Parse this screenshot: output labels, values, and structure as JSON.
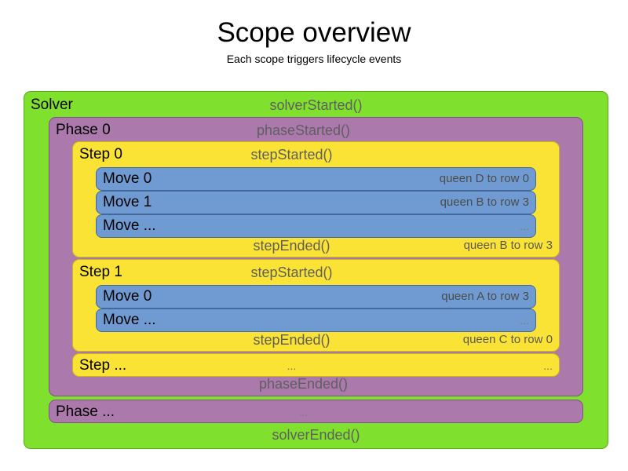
{
  "heading": {
    "title": "Scope overview",
    "subtitle": "Each scope triggers lifecycle events"
  },
  "colors": {
    "solver": "#80e02e",
    "phase": "#ac79ac",
    "step": "#fae334",
    "move": "#6f9bd2",
    "label_text": "#000000",
    "event_text": "#5f5f5f",
    "detail_text": "#595959",
    "background": "#ffffff"
  },
  "solver": {
    "label": "Solver",
    "started_event": "solverStarted()",
    "ended_event": "solverEnded()",
    "phases": [
      {
        "label": "Phase 0",
        "started_event": "phaseStarted()",
        "ended_event": "phaseEnded()",
        "steps": [
          {
            "label": "Step 0",
            "started_event": "stepStarted()",
            "ended_event": "stepEnded()",
            "ended_detail": "queen B to row 3",
            "moves": [
              {
                "label": "Move 0",
                "detail": "queen D to row 0"
              },
              {
                "label": "Move 1",
                "detail": "queen B to row 3"
              },
              {
                "label": "Move ...",
                "detail": "..."
              }
            ]
          },
          {
            "label": "Step 1",
            "started_event": "stepStarted()",
            "ended_event": "stepEnded()",
            "ended_detail": "queen C to row 0",
            "moves": [
              {
                "label": "Move 0",
                "detail": "queen A to row 3"
              },
              {
                "label": "Move ...",
                "detail": "..."
              }
            ]
          },
          {
            "label": "Step ...",
            "started_event": "...",
            "ended_detail": "..."
          }
        ]
      },
      {
        "label": "Phase ...",
        "started_event": "..."
      }
    ]
  }
}
